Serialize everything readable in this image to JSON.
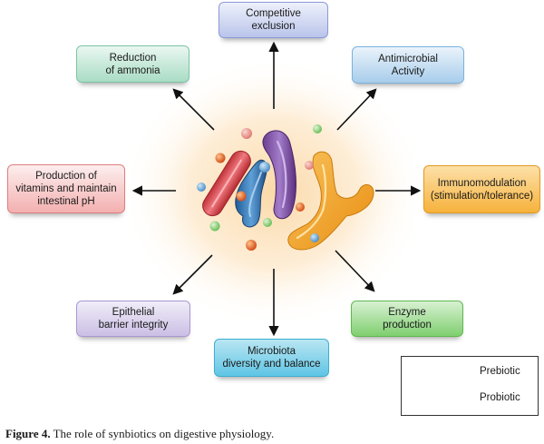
{
  "boxes": {
    "competitive_exclusion": "Competitive\nexclusion",
    "reduction_of_ammonia": "Reduction\nof ammonia",
    "antimicrobial_activity": "Antimicrobial\nActivity",
    "production_of_vitamins": "Production of\nvitamins and maintain\nintestinal pH",
    "immunomodulation": "Immunomodulation\n(stimulation/tolerance)",
    "epithelial_barrier": "Epithelial\nbarrier integrity",
    "enzyme_production": "Enzyme\nproduction",
    "microbiota_diversity": "Microbiota\ndiversity and balance"
  },
  "legend": {
    "prebiotic": "Prebiotic",
    "probiotic": "Probiotic"
  },
  "caption": {
    "label": "Figure 4.",
    "text": " The role of synbiotics on digestive physiology."
  },
  "colors": {
    "prebiotic": "#e8682a",
    "probiotic": "#f4a62a",
    "glow": "#fbd9a8"
  }
}
